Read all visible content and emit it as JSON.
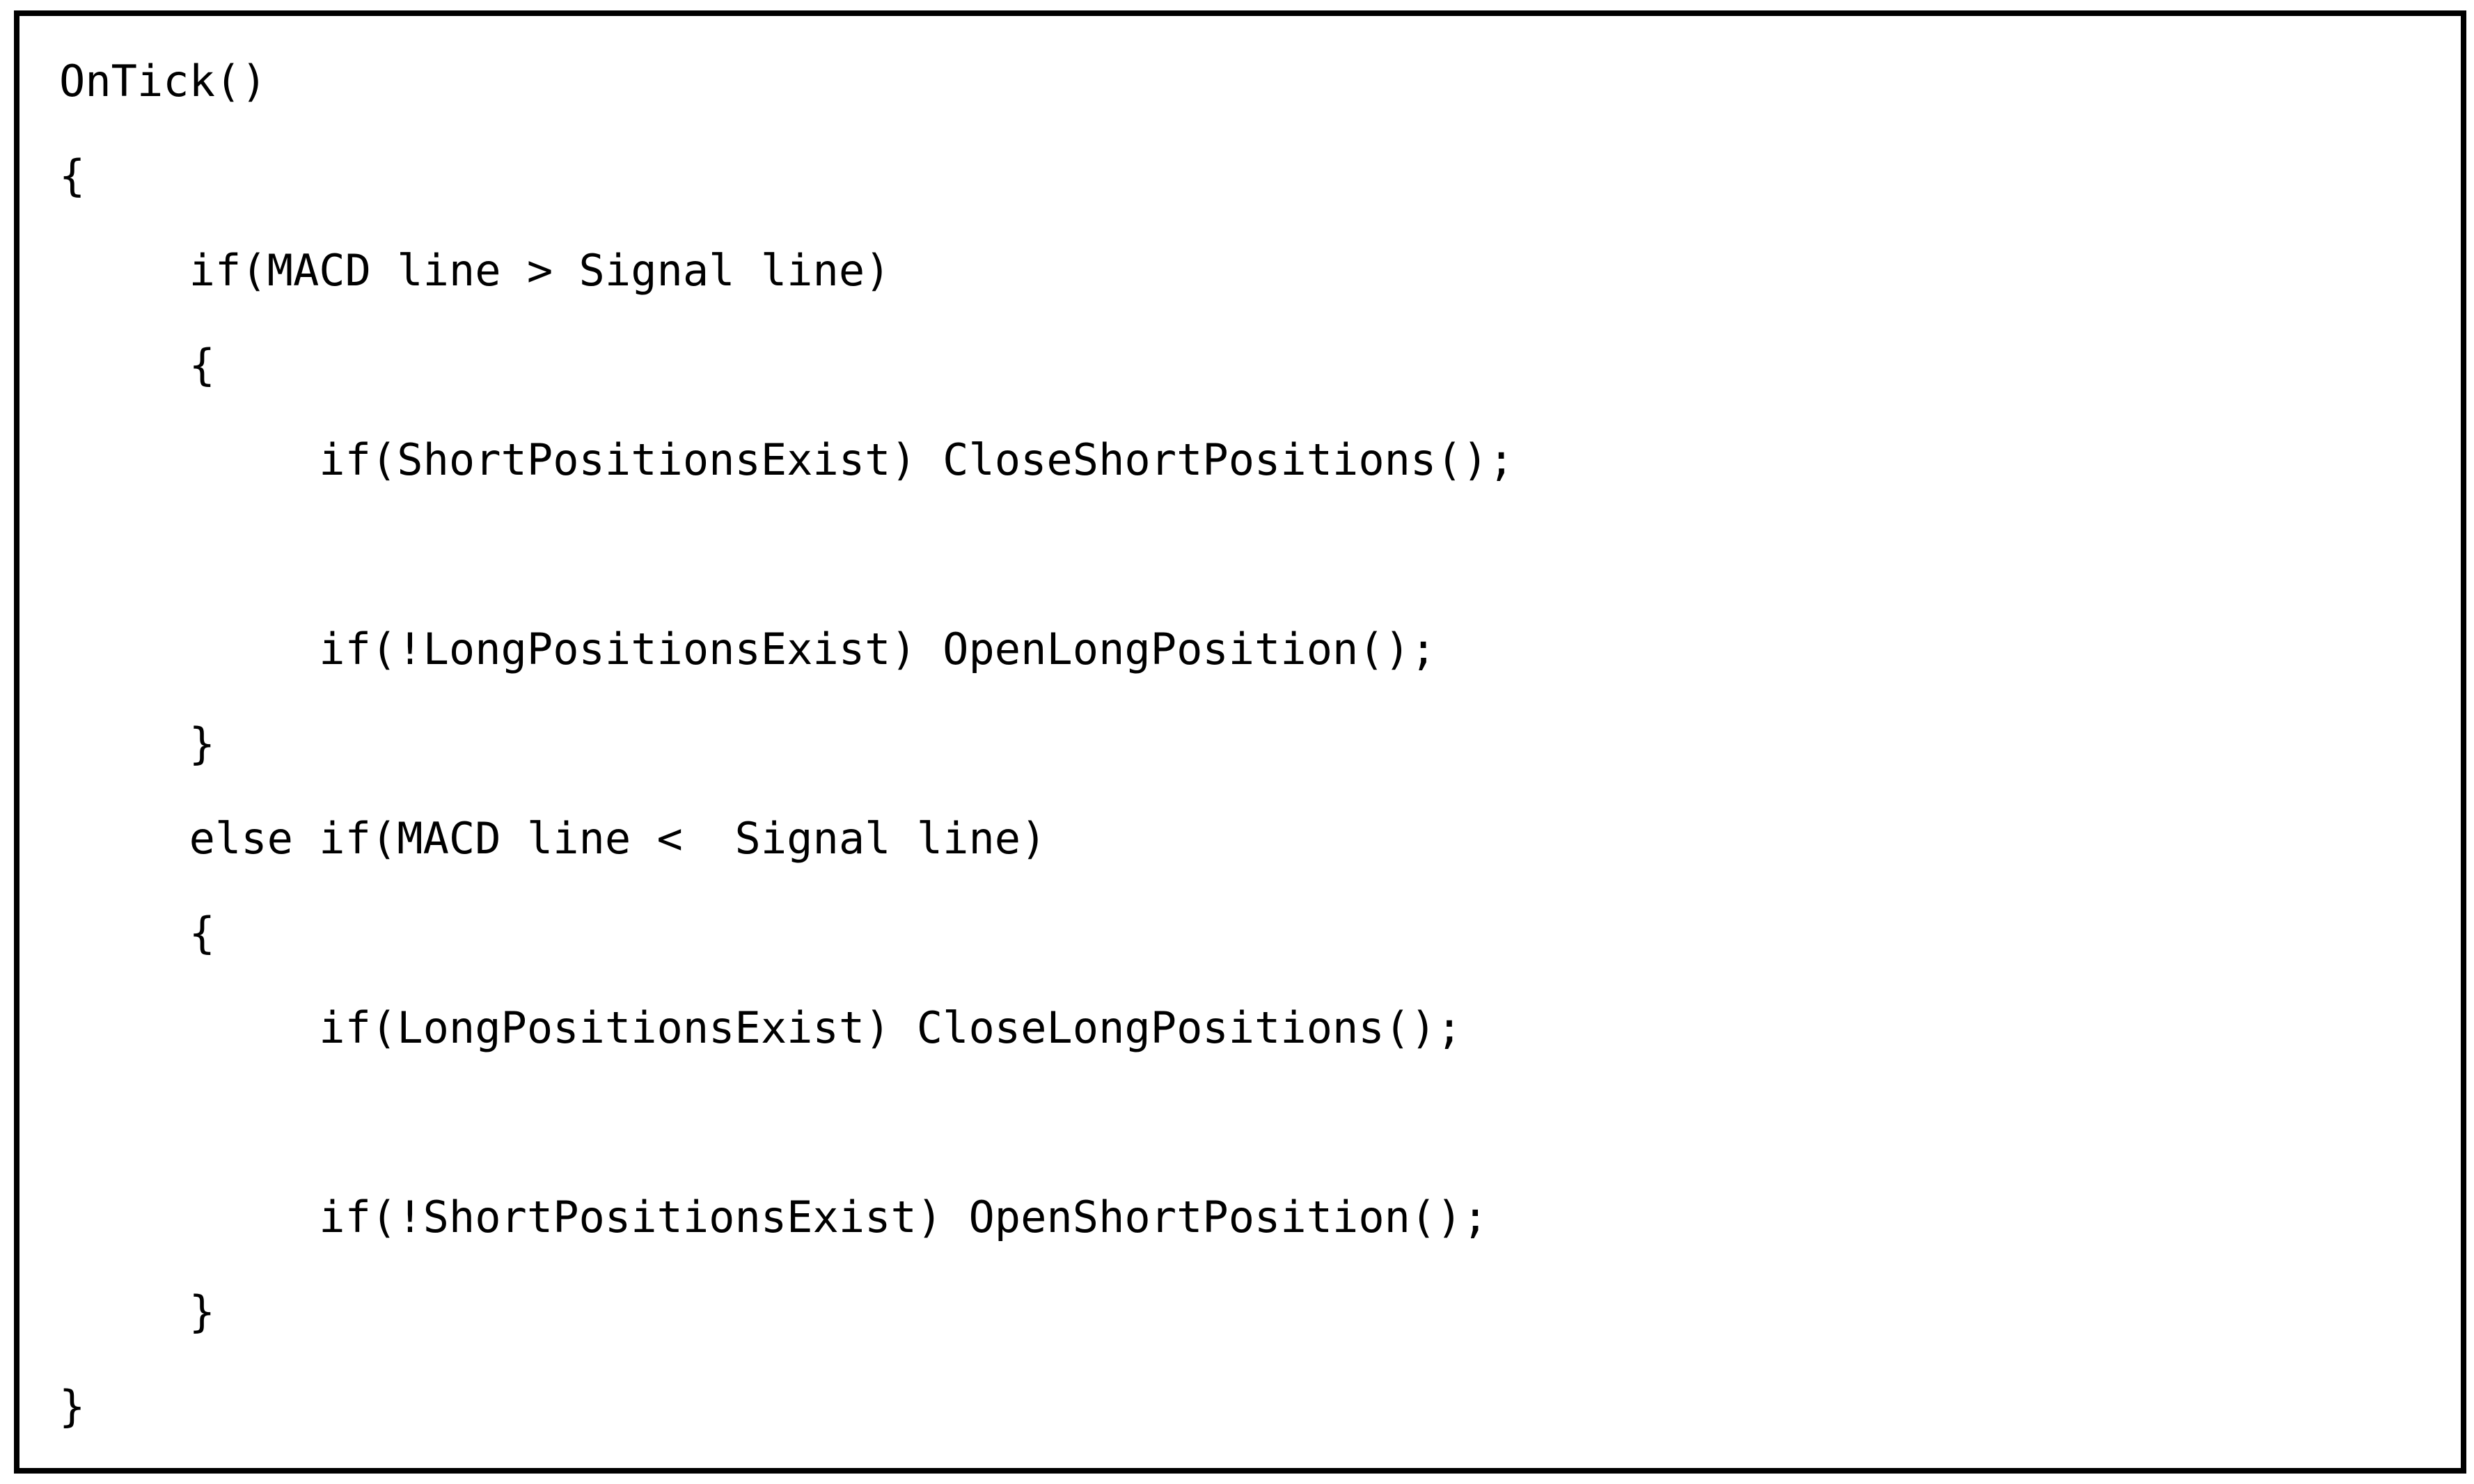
{
  "figure": {
    "type": "pseudocode-listing",
    "colors": {
      "background": "#ffffff",
      "border": "#000000",
      "text": "#000000"
    },
    "code": {
      "lines": [
        "OnTick()",
        "{",
        "     if(MACD line > Signal line)",
        "     {",
        "          if(ShortPositionsExist) CloseShortPositions();",
        "",
        "          if(!LongPositionsExist) OpenLongPosition();",
        "     }",
        "     else if(MACD line <  Signal line)",
        "     {",
        "          if(LongPositionsExist) CloseLongPositions();",
        "",
        "          if(!ShortPositionsExist) OpenShortPosition();",
        "     }",
        "}"
      ]
    }
  }
}
